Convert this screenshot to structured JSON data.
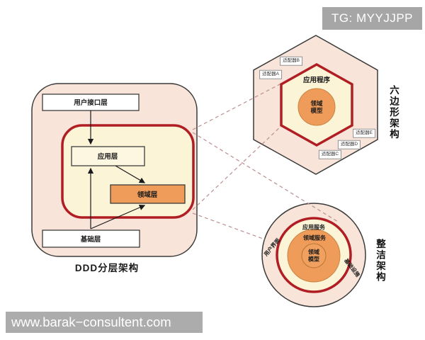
{
  "badge": {
    "text": "TG: MYYJJPP"
  },
  "watermark": {
    "text": "www.barak−consultent.com"
  },
  "diagrams": {
    "layered": {
      "title": "DDD分层架构",
      "ui_layer": "用户接口层",
      "app_layer": "应用层",
      "domain_layer": "领域层",
      "infra_layer": "基础层"
    },
    "hexagonal": {
      "title": "六边形架构",
      "application": "应用程序",
      "core_line1": "领域",
      "core_line2": "模型",
      "adapter_a": "适配器A",
      "adapter_b": "适配器B",
      "adapter_c": "适配器C",
      "adapter_d": "适配器D",
      "adapter_e": "适配器E"
    },
    "clean": {
      "title": "整洁架构",
      "app_service": "应用服务",
      "domain_service": "领域服务",
      "core_line1": "领域",
      "core_line2": "模型",
      "ui_ring": "用户界面",
      "infra_ring": "基础设施"
    }
  },
  "colors": {
    "accent_red": "#b01e24",
    "orange": "#ef9c5b",
    "peach": "#f8e4d8",
    "cream": "#fcf4d7",
    "dashed_line": "#bb8f8f",
    "badge_gray": "#a6a6a6",
    "watermark_gray": "#acacac"
  }
}
